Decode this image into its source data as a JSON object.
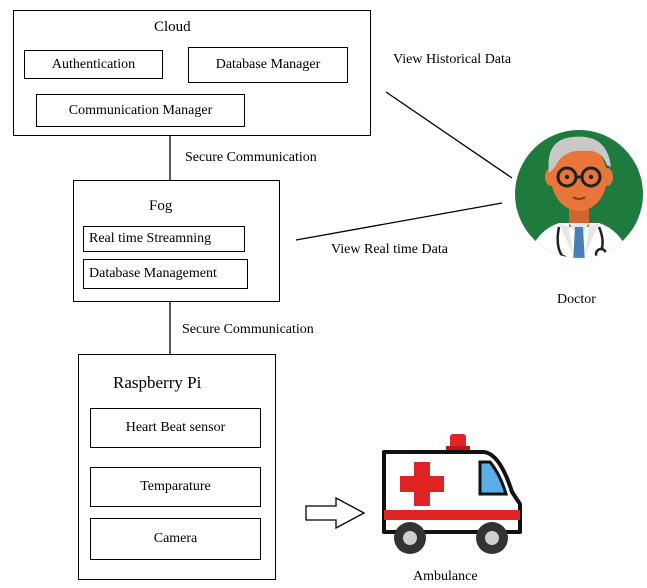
{
  "cloud": {
    "title": "Cloud",
    "modules": [
      "Authentication",
      "Database Manager",
      "Communication Manager"
    ]
  },
  "fog": {
    "title": "Fog",
    "modules": [
      "Real time Streamning",
      "Database Management"
    ]
  },
  "raspberry": {
    "title": "Raspberry Pi",
    "modules": [
      "Heart Beat sensor",
      "Temparature",
      "Camera"
    ]
  },
  "links": {
    "cloud_fog": "Secure Communication",
    "fog_pi": "Secure Communication",
    "historical": "View Historical Data",
    "realtime": "View Real time Data"
  },
  "actors": {
    "doctor": "Doctor",
    "ambulance": "Ambulance"
  },
  "colors": {
    "doctor_bg": "#1f7a3d",
    "skin": "#e8763a",
    "hair": "#c9c9c9",
    "coat": "#ffffff",
    "tie": "#4a7fb5",
    "ambulance_red": "#e02424",
    "window_blue": "#5ab0e6",
    "wheel": "#333333"
  }
}
